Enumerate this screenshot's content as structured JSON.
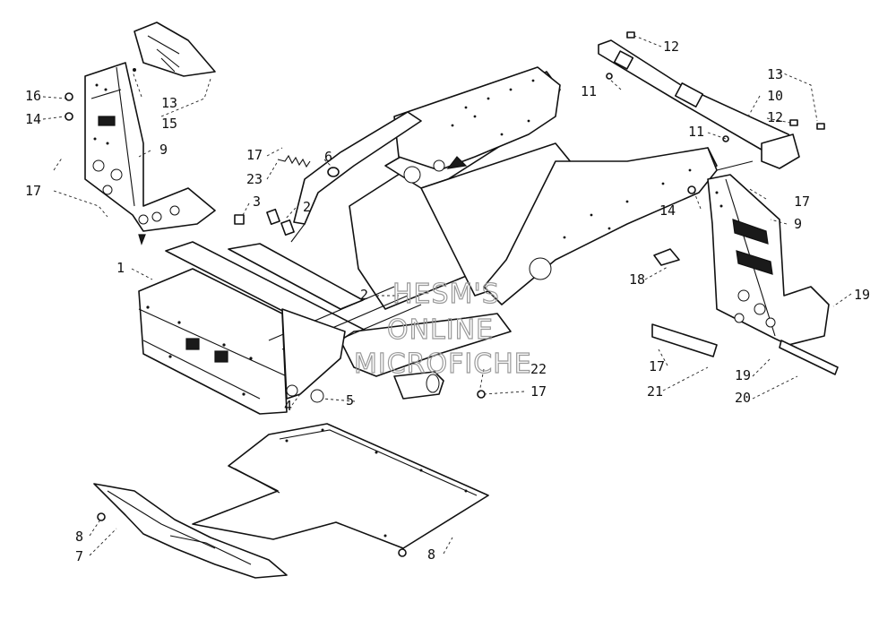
{
  "watermark": {
    "lines": [
      "HESM'S",
      "ONLINE",
      "MICROFICHE"
    ]
  },
  "callouts": [
    {
      "id": "c16",
      "text": "16"
    },
    {
      "id": "c14a",
      "text": "14"
    },
    {
      "id": "c13a",
      "text": "13"
    },
    {
      "id": "c15",
      "text": "15"
    },
    {
      "id": "c9a",
      "text": "9"
    },
    {
      "id": "c17a",
      "text": "17"
    },
    {
      "id": "c17b",
      "text": "17"
    },
    {
      "id": "c23",
      "text": "23"
    },
    {
      "id": "c6",
      "text": "6"
    },
    {
      "id": "c3",
      "text": "3"
    },
    {
      "id": "c2a",
      "text": "2"
    },
    {
      "id": "c1",
      "text": "1"
    },
    {
      "id": "c2b",
      "text": "2"
    },
    {
      "id": "c4",
      "text": "4"
    },
    {
      "id": "c5",
      "text": "5"
    },
    {
      "id": "c22",
      "text": "22"
    },
    {
      "id": "c17c",
      "text": "17"
    },
    {
      "id": "c12a",
      "text": "12"
    },
    {
      "id": "c11a",
      "text": "11"
    },
    {
      "id": "c13b",
      "text": "13"
    },
    {
      "id": "c10",
      "text": "10"
    },
    {
      "id": "c12b",
      "text": "12"
    },
    {
      "id": "c11b",
      "text": "11"
    },
    {
      "id": "c17d",
      "text": "17"
    },
    {
      "id": "c14b",
      "text": "14"
    },
    {
      "id": "c9b",
      "text": "9"
    },
    {
      "id": "c18",
      "text": "18"
    },
    {
      "id": "c19a",
      "text": "19"
    },
    {
      "id": "c17e",
      "text": "17"
    },
    {
      "id": "c19b",
      "text": "19"
    },
    {
      "id": "c21",
      "text": "21"
    },
    {
      "id": "c20",
      "text": "20"
    },
    {
      "id": "c8a",
      "text": "8"
    },
    {
      "id": "c7",
      "text": "7"
    },
    {
      "id": "c8b",
      "text": "8"
    }
  ]
}
